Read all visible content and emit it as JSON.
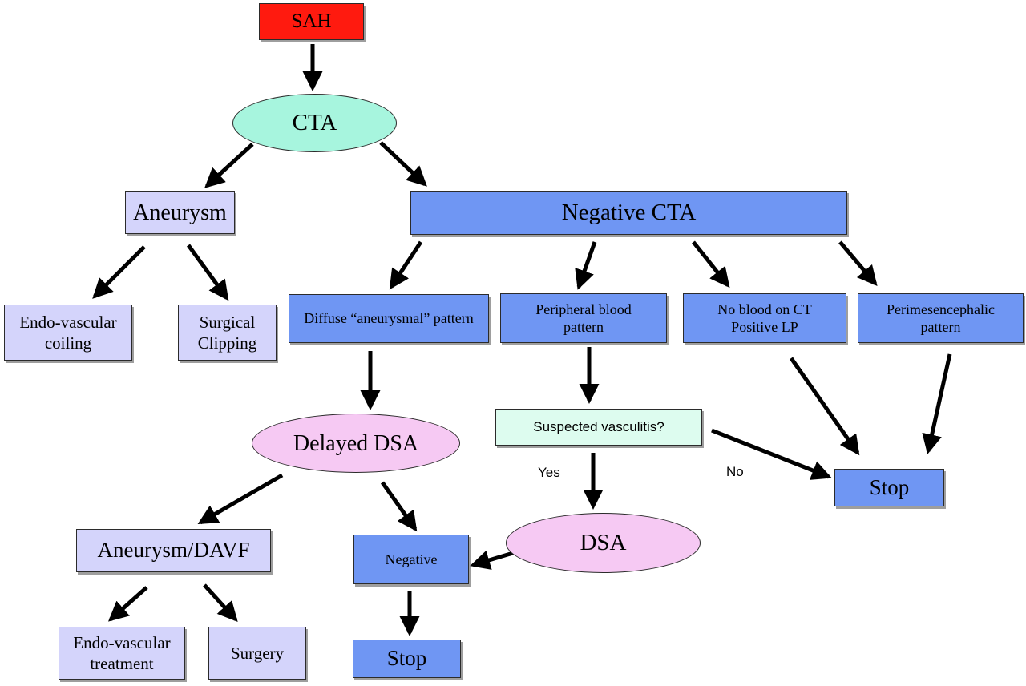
{
  "colors": {
    "start": "#ff1a0f",
    "oval_green": "#a7f5de",
    "oval_pink": "#f6c9f3",
    "lavender": "#d4d4fb",
    "blue": "#6f96f3",
    "mint": "#ddfcef",
    "arrow": "#000000"
  },
  "nodes": {
    "sah": "SAH",
    "cta": "CTA",
    "aneurysm": "Aneurysm",
    "negative_cta": "Negative CTA",
    "endo_coiling": "Endo-vascular\ncoiling",
    "surgical_clipping": "Surgical\nClipping",
    "diffuse": "Diffuse “aneurysmal” pattern",
    "peripheral": "Peripheral blood\npattern",
    "no_blood": "No blood on CT\nPositive LP",
    "perimesencephalic": "Perimesencephalic\npattern",
    "delayed_dsa": "Delayed DSA",
    "suspected_vasculitis": "Suspected vasculitis?",
    "stop_right": "Stop",
    "aneurysm_davf": "Aneurysm/DAVF",
    "negative": "Negative",
    "dsa": "DSA",
    "endo_treatment": "Endo-vascular\ntreatment",
    "surgery": "Surgery",
    "stop_bottom": "Stop"
  },
  "edge_labels": {
    "yes": "Yes",
    "no": "No"
  }
}
